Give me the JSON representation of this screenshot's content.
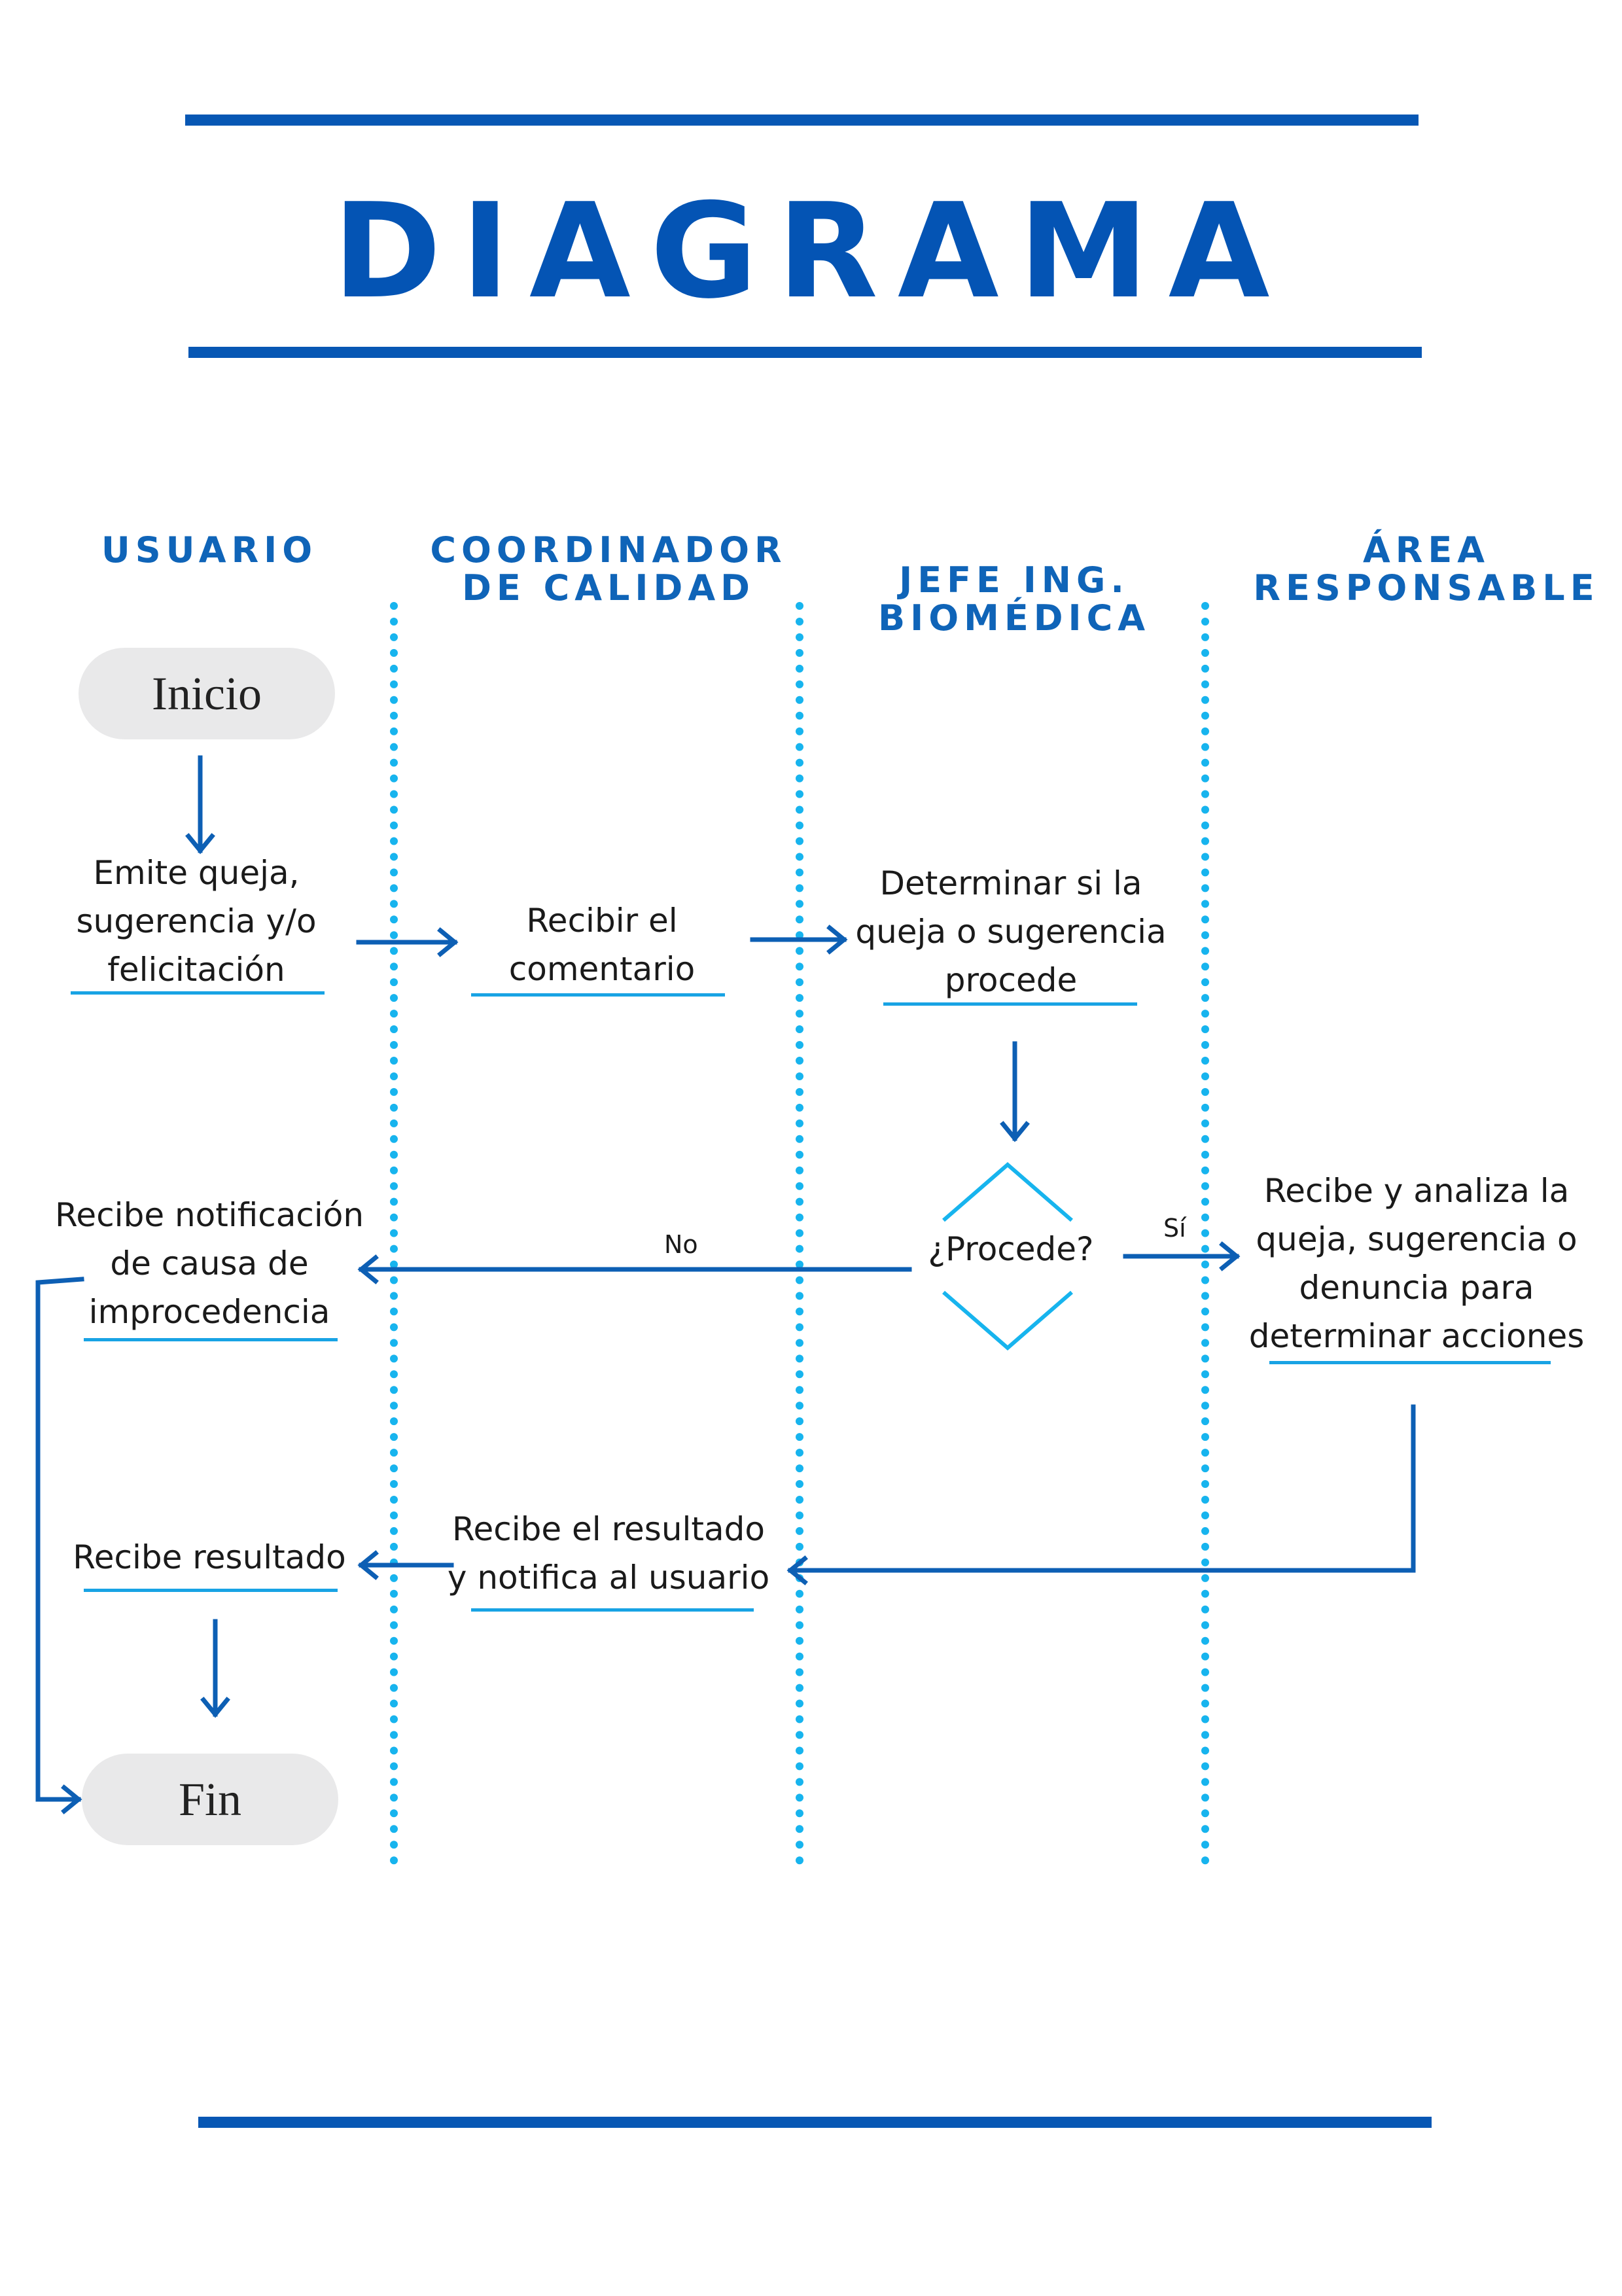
{
  "title": "DIAGRAMA",
  "lanes": [
    {
      "name": "USUARIO"
    },
    {
      "name": "COORDINADOR\nDE CALIDAD"
    },
    {
      "name": "JEFE ING.\nBIOMÉDICA"
    },
    {
      "name": "ÁREA\nRESPONSABLE"
    }
  ],
  "terminals": {
    "start": "Inicio",
    "end": "Fin"
  },
  "steps": {
    "emite": "Emite queja,\nsugerencia y/o\nfelicitación",
    "recibir": "Recibir el\ncomentario",
    "determinar": "Determinar si la\nqueja o sugerencia\nprocede",
    "notificacion": "Recibe notificación\nde causa de\nimprocedencia",
    "analiza": "Recibe y analiza la\nqueja, sugerencia o\ndenuncia para\ndeterminar acciones",
    "resultado_coord": "Recibe el resultado\ny notifica al usuario",
    "resultado_usuario": "Recibe resultado"
  },
  "decision": {
    "label": "¿Procede?",
    "no": "No",
    "yes": "Sí"
  },
  "colors": {
    "primary": "#0454b4",
    "lane": "#17b4ee",
    "underline": "#18a3e4"
  }
}
